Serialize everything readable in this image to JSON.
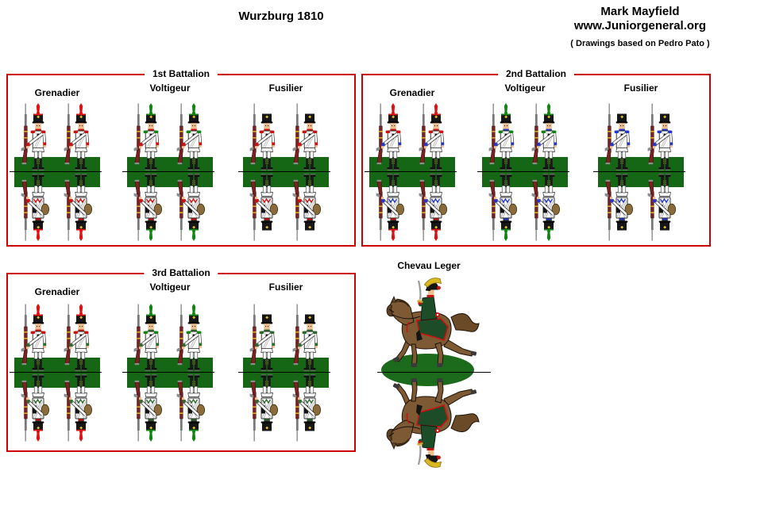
{
  "header": {
    "title": "Wurzburg 1810",
    "author": "Mark Mayfield",
    "website": "www.Juniorgeneral.org",
    "credit": "( Drawings based on Pedro Pato )"
  },
  "colors": {
    "box_border": "#cc0000",
    "base_green": "#156615",
    "oval_green": "#1c6b1c",
    "facing_red": "#cc1111",
    "facing_blue": "#2238cc",
    "facing_dark_green": "#2d6a2d",
    "plume_red": "#dd1111",
    "plume_green": "#118511",
    "musket_wood": "#7b2121",
    "backpack_brown": "#8a6c3c",
    "uniform_white": "#ffffff",
    "coat_dark_green": "#1d4d28",
    "horse_brown": "#7d5a33",
    "crest_yellow": "#d9b820"
  },
  "battalions": [
    {
      "label": "1st Battalion",
      "companies": [
        {
          "label": "Grenadier",
          "plume": "#dd1111",
          "epaulette": "#cc1111",
          "collar": "#cc1111",
          "cuff": "#cc1111"
        },
        {
          "label": "Voltigeur",
          "plume": "#118511",
          "epaulette": "#118511",
          "collar": "#cc1111",
          "cuff": "#cc1111"
        },
        {
          "label": "Fusilier",
          "epaulette": "#cc1111",
          "collar": "#cc1111",
          "cuff": "#cc1111"
        }
      ]
    },
    {
      "label": "2nd Battalion",
      "companies": [
        {
          "label": "Grenadier",
          "plume": "#dd1111",
          "epaulette": "#cc1111",
          "collar": "#cc1111",
          "cuff": "#2238cc"
        },
        {
          "label": "Voltigeur",
          "plume": "#118511",
          "epaulette": "#118511",
          "collar": "#2238cc",
          "cuff": "#2238cc"
        },
        {
          "label": "Fusilier",
          "epaulette": "#2238cc",
          "collar": "#2238cc",
          "cuff": "#2238cc"
        }
      ]
    },
    {
      "label": "3rd Battalion",
      "companies": [
        {
          "label": "Grenadier",
          "plume": "#dd1111",
          "epaulette": "#cc1111",
          "collar": "#cc1111",
          "cuff": "#2d6a2d"
        },
        {
          "label": "Voltigeur",
          "plume": "#118511",
          "epaulette": "#118511",
          "collar": "#2d6a2d",
          "cuff": "#2d6a2d"
        },
        {
          "label": "Fusilier",
          "epaulette": "#2d6a2d",
          "collar": "#2d6a2d",
          "cuff": "#2d6a2d"
        }
      ]
    }
  ],
  "cavalry": {
    "label": "Chevau Leger"
  }
}
